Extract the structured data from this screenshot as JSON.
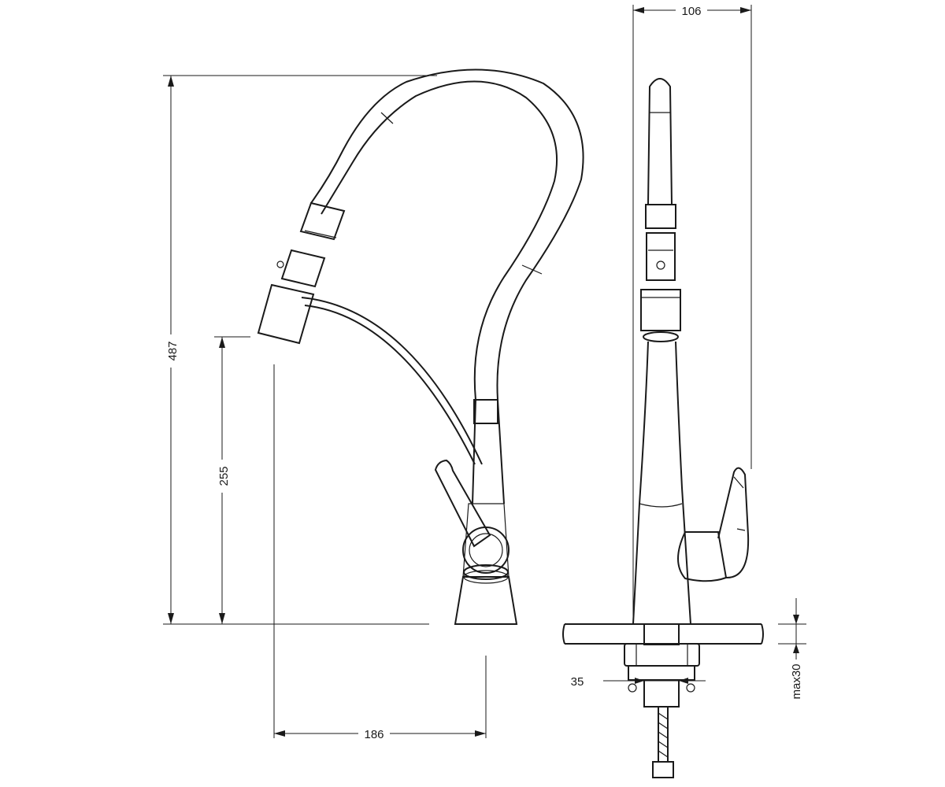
{
  "dimensions": {
    "total_height": "487",
    "spout_height": "255",
    "spout_reach": "186",
    "body_width": "106",
    "mount_diameter": "35",
    "max_deck_thickness": "max30"
  }
}
